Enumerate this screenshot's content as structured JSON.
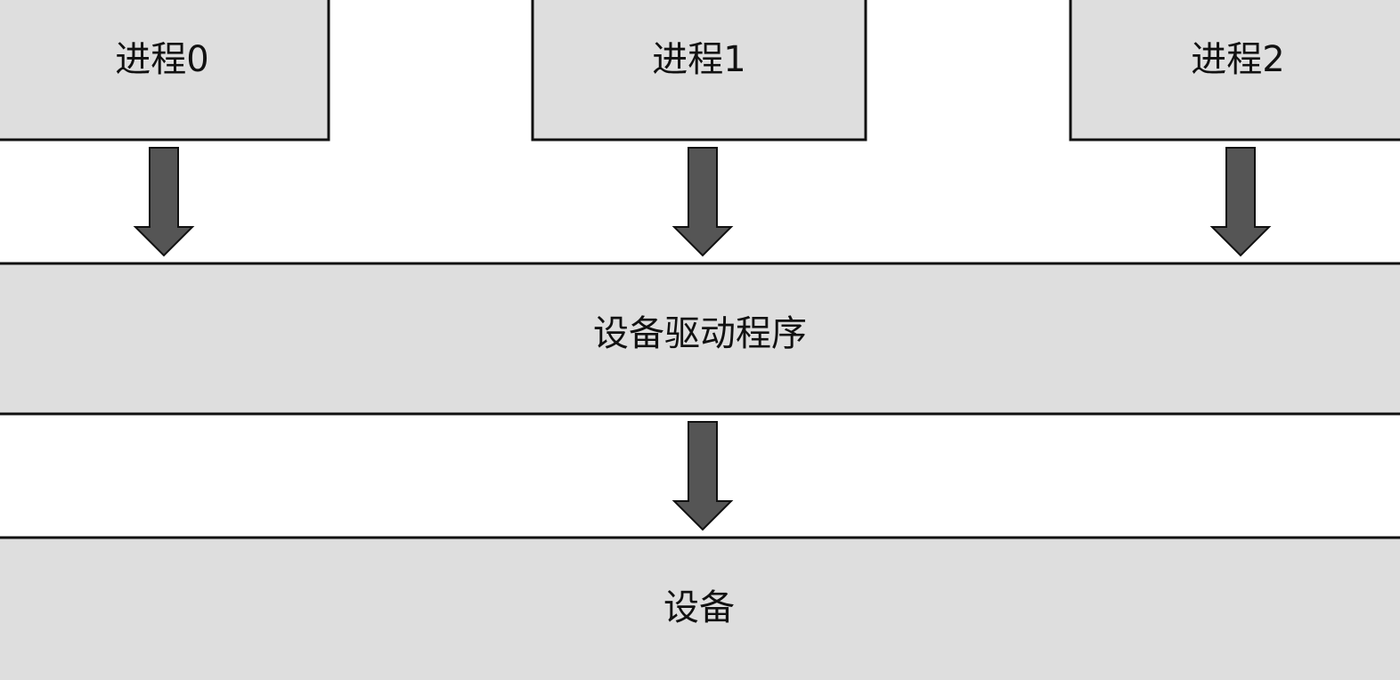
{
  "diagram": {
    "processes": [
      {
        "label": "进程0"
      },
      {
        "label": "进程1"
      },
      {
        "label": "进程2"
      }
    ],
    "driver": {
      "label": "设备驱动程序"
    },
    "device": {
      "label": "设备"
    }
  },
  "colors": {
    "box_fill": "#dedede",
    "arrow_fill": "#555555",
    "stroke": "#111111",
    "background": "#ffffff"
  }
}
